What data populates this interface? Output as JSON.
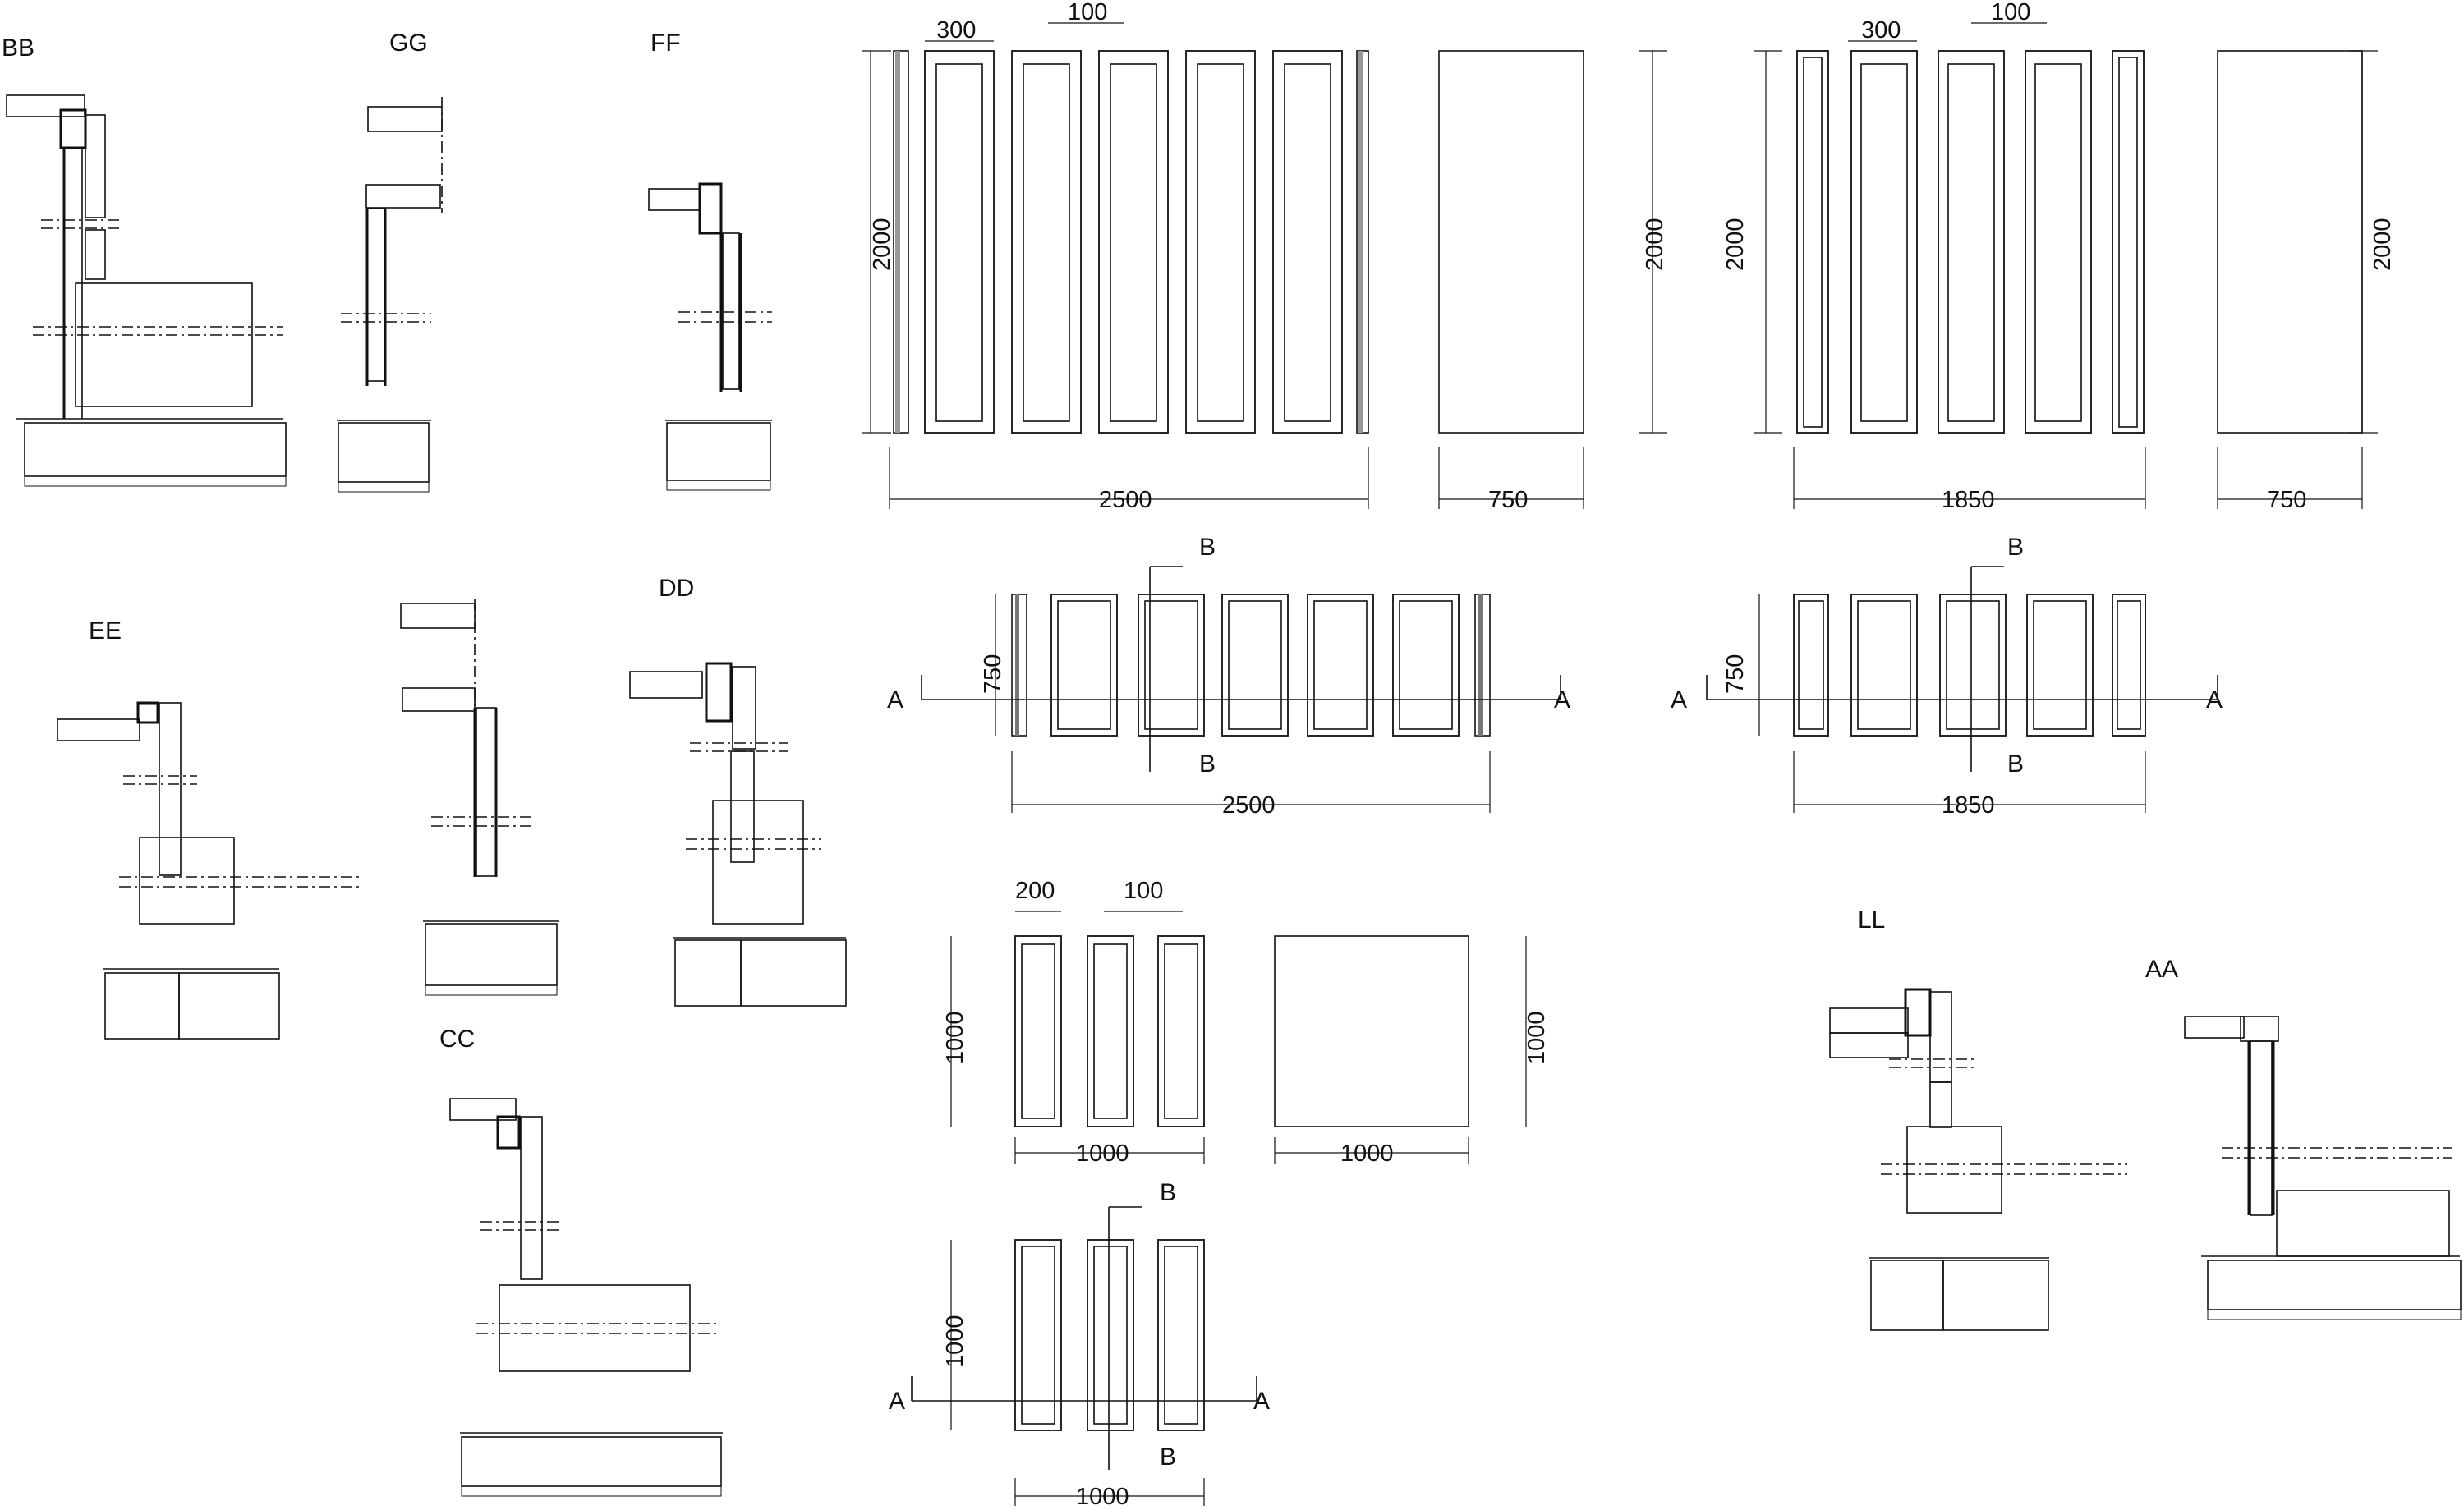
{
  "section_labels": {
    "bb": "BB",
    "gg": "GG",
    "ff": "FF",
    "ee": "EE",
    "dd": "DD",
    "cc": "CC",
    "ll": "LL",
    "aa": "AA"
  },
  "panel_top_left": {
    "h300": "300",
    "h100": "100",
    "h2000": "2000",
    "w2500": "2500"
  },
  "cross_top": {
    "h2000": "2000",
    "w750": "750"
  },
  "panel_top_right": {
    "h300": "300",
    "h100": "100",
    "h2000": "2000",
    "w1850": "1850"
  },
  "cross_top_right": {
    "h2000": "2000",
    "w750": "750"
  },
  "plan_left": {
    "h750": "750",
    "w2500": "2500",
    "cut_a": "A",
    "cut_b": "B"
  },
  "plan_right": {
    "h750": "750",
    "w1850": "1850",
    "cut_a": "A",
    "cut_b": "B"
  },
  "small_panels": {
    "h200": "200",
    "h100": "100",
    "h1000": "1000",
    "w1000": "1000"
  },
  "small_cross": {
    "h1000": "1000",
    "w1000": "1000"
  },
  "small_plan": {
    "h1000": "1000",
    "w1000": "1000",
    "cut_a": "A",
    "cut_b": "B"
  },
  "colors": {
    "line": "#111111",
    "background": "#ffffff"
  }
}
